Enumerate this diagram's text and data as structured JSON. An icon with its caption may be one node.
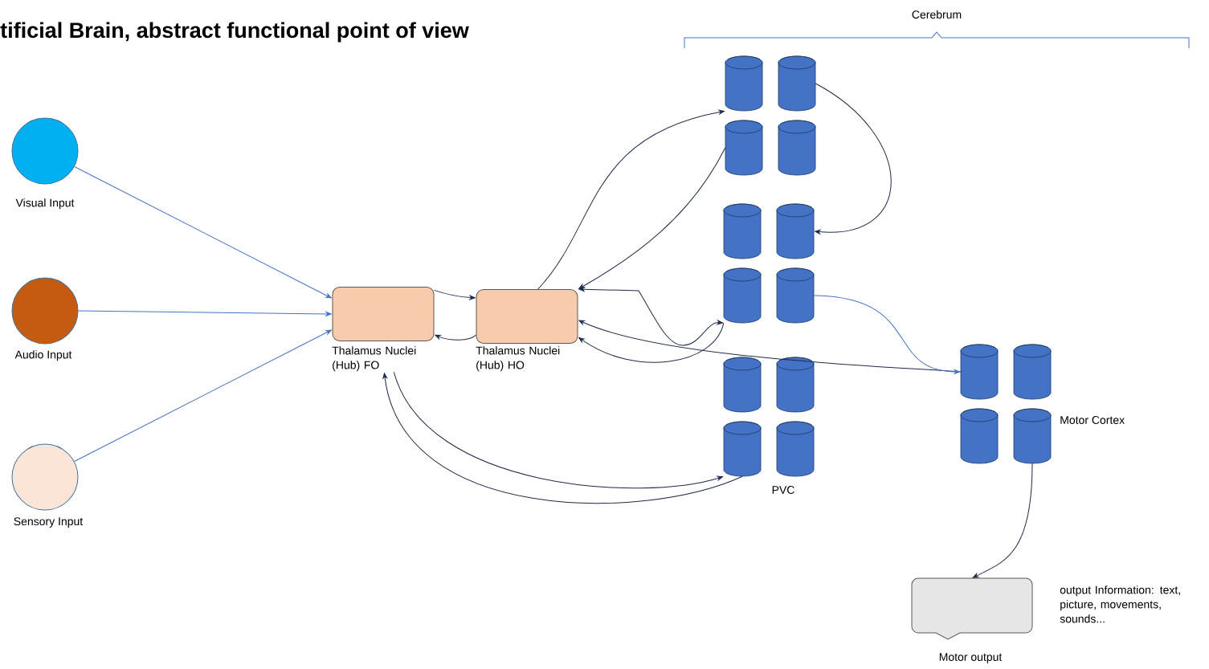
{
  "diagram": {
    "title": "tificial Brain, abstract functional point of view",
    "nodes": [
      {
        "text": [
          "Visual Input"
        ]
      },
      {
        "text": [
          "Audio Input"
        ]
      },
      {
        "text": [
          "Sensory Input"
        ]
      },
      {
        "text": [
          "Thalamus Nuclei (Hub) FO"
        ]
      },
      {
        "text": [
          "Thalamus Nuclei (Hub) HO"
        ]
      },
      {
        "text": [],
        "shape": "cylinder"
      },
      {
        "text": [],
        "shape": "cylinder"
      },
      {
        "text": [],
        "shape": "cylinder"
      },
      {
        "text": [],
        "shape": "cylinder"
      },
      {
        "text": [],
        "shape": "cylinder"
      },
      {
        "text": [],
        "shape": "cylinder"
      },
      {
        "text": [],
        "shape": "cylinder"
      },
      {
        "text": [],
        "shape": "cylinder"
      },
      {
        "text": [],
        "shape": "cylinder"
      },
      {
        "text": [],
        "shape": "cylinder"
      },
      {
        "text": [],
        "shape": "cylinder"
      },
      {
        "text": [],
        "shape": "cylinder"
      },
      {
        "text": [],
        "shape": "cylinder"
      },
      {
        "text": [],
        "shape": "cylinder"
      },
      {
        "text": [],
        "shape": "cylinder"
      },
      {
        "text": [],
        "shape": "cylinder"
      },
      {
        "text": [
          "Motor output"
        ],
        "beside": [
          "output Information: text, picture, movements, sounds..."
        ]
      }
    ],
    "edges": [
      {
        "from": 0,
        "to": 3,
        "arrow": "to",
        "color": "#4472c4"
      },
      {
        "from": 1,
        "to": 3,
        "arrow": "to",
        "color": "#4472c4"
      },
      {
        "from": 2,
        "to": 3,
        "arrow": "to",
        "color": "#4472c4"
      },
      {
        "from": 3,
        "to": 4,
        "arrow": "to"
      },
      {
        "from": 4,
        "to": 3,
        "arrow": "to"
      },
      {
        "from": 4,
        "to": 5,
        "arrow": "to"
      },
      {
        "from": 7,
        "to": 4,
        "arrow": "to"
      },
      {
        "from": 6,
        "to": 10,
        "arrow": "to"
      },
      {
        "from": 4,
        "to": 11,
        "arrow": "both"
      },
      {
        "from": 11,
        "to": 4,
        "arrow": "to"
      },
      {
        "from": 17,
        "to": 4,
        "arrow": "to"
      },
      {
        "from": 12,
        "to": 17,
        "arrow": "to",
        "color": "#4472c4"
      },
      {
        "from": 3,
        "to": 15,
        "arrow": "to"
      },
      {
        "from": 15,
        "to": 3,
        "arrow": "to"
      },
      {
        "from": 20,
        "to": 21,
        "arrow": "to"
      }
    ],
    "labels": [
      "Cerebrum",
      "PVC",
      "Motor Cortex"
    ]
  }
}
